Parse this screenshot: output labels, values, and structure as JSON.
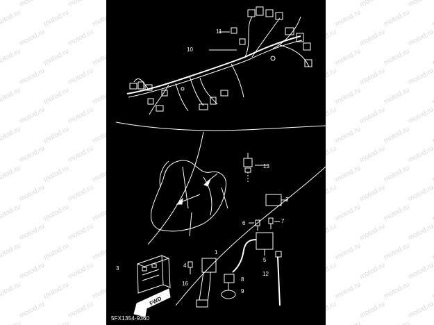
{
  "watermark": {
    "text": "motod.ru",
    "color": "#d9d9d9"
  },
  "diagram": {
    "background": "#000000",
    "line_color": "#ffffff",
    "part_code": "5FX1354-9360",
    "fwd_label": "FWD",
    "callouts": [
      "1",
      "2",
      "3",
      "4",
      "5",
      "6",
      "7",
      "8",
      "9",
      "10",
      "11",
      "12",
      "13",
      "16"
    ]
  }
}
